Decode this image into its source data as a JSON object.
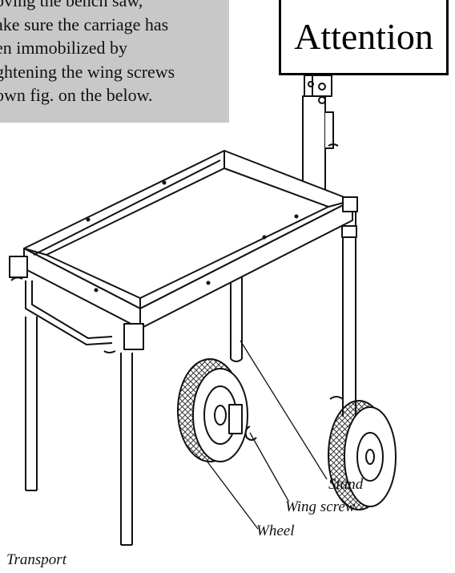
{
  "note": {
    "lines": [
      "oving the bench saw,",
      "ake sure the carriage has",
      "en immobilized by",
      "ghtening the wing screws",
      "own fig. on the below."
    ]
  },
  "attention": {
    "label": "Attention"
  },
  "callouts": {
    "stand": "Stand",
    "wing_screw": "Wing screw",
    "wheel": "Wheel"
  },
  "caption": "Transport"
}
